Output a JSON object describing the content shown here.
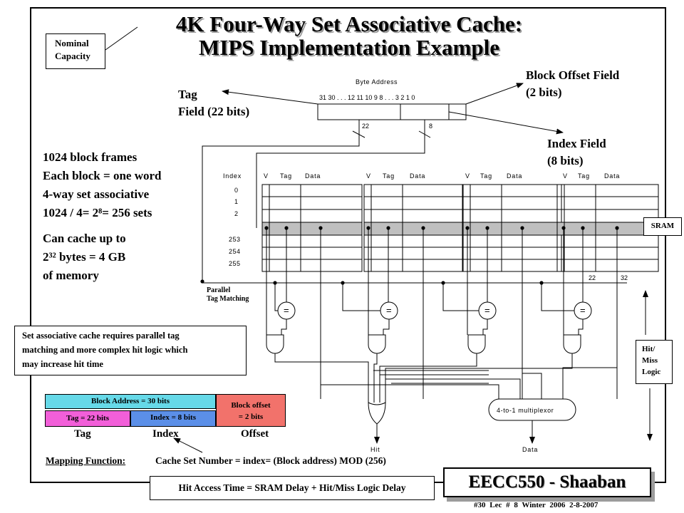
{
  "title": {
    "line1": "4K Four-Way Set Associative Cache:",
    "line2": "MIPS Implementation Example"
  },
  "nominal_capacity": [
    "Nominal",
    "Capacity"
  ],
  "address": {
    "label": "Byte Address",
    "bits": "31 30 . . . 12 11 10 9 8 . . . 3 2 1 0",
    "tag_width": "22",
    "index_width": "8"
  },
  "tag_field": [
    "Tag",
    "Field (22 bits)"
  ],
  "block_offset_field": [
    "Block Offset Field",
    "(2 bits)"
  ],
  "index_field": [
    "Index Field",
    "(8 bits)"
  ],
  "info_lines": [
    "1024 block frames",
    "Each block = one word",
    "4-way set associative",
    "1024 / 4= 2⁸= 256 sets",
    "",
    "Can cache up to",
    "2³² bytes = 4 GB",
    "of memory"
  ],
  "columns": {
    "index": "Index",
    "v": "V",
    "tag": "Tag",
    "data": "Data"
  },
  "index_values": [
    "0",
    "1",
    "2",
    "253",
    "254",
    "255"
  ],
  "width_labels": {
    "tag": "22",
    "data": "32"
  },
  "sram_label": "SRAM",
  "parallel_label": [
    "Parallel",
    "Tag Matching"
  ],
  "comparator_symbol": "=",
  "note_lines": [
    "Set associative cache requires parallel tag",
    "matching and more complex hit logic which",
    "may increase hit time"
  ],
  "hit_miss_label": [
    "Hit/",
    "Miss",
    "Logic"
  ],
  "multiplexor_label": "4-to-1 multiplexor",
  "hit_label": "Hit",
  "data_label": "Data",
  "address_breakdown": {
    "block_address": "Block Address = 30 bits",
    "tag": "Tag = 22 bits",
    "index": "Index = 8 bits",
    "block_offset": [
      "Block offset",
      "= 2 bits"
    ],
    "tag_caption": "Tag",
    "index_caption": "Index",
    "offset_caption": "Offset"
  },
  "mapping": {
    "label": "Mapping Function:",
    "text": "Cache Set Number = index= (Block address) MOD (256)"
  },
  "hit_access_time": "Hit Access Time = SRAM Delay + Hit/Miss Logic Delay",
  "badge": "EECC550 - Shaaban",
  "footer": "#30 Lec # 8 Winter 2006 2-8-2007",
  "colors": {
    "block_address_bg": "#66d9e8",
    "tag_bg": "#f25fd9",
    "index_bg": "#5b8fe8",
    "offset_bg": "#f2726b",
    "highlight_row": "#bfbfbf"
  }
}
